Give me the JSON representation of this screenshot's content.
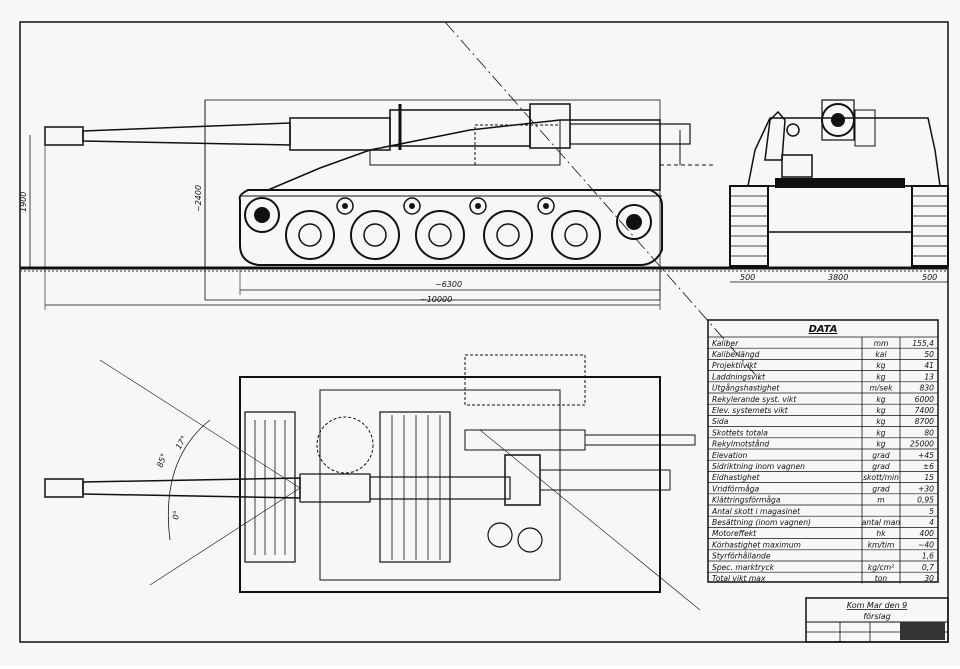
{
  "dimensions": {
    "height_hull": "1900",
    "height_total": "~2400",
    "hull_length": "~6300",
    "total_length": "~10000",
    "track_left": "500",
    "track_gauge": "3800",
    "track_right": "500"
  },
  "angles": {
    "a1": "85°",
    "a2": "17°",
    "a3": "0°"
  },
  "data_table": {
    "title": "DATA",
    "rows": [
      {
        "label": "Kaliber",
        "unit": "mm",
        "value": "155,4"
      },
      {
        "label": "Kaliberlängd",
        "unit": "kal",
        "value": "50"
      },
      {
        "label": "Projektilvikt",
        "unit": "kg",
        "value": "41"
      },
      {
        "label": "Laddningsvikt",
        "unit": "kg",
        "value": "13"
      },
      {
        "label": "Utgångshastighet",
        "unit": "m/sek",
        "value": "830"
      },
      {
        "label": "Rekylerande syst. vikt",
        "unit": "kg",
        "value": "6000"
      },
      {
        "label": "Elev. systemets vikt",
        "unit": "kg",
        "value": "7400"
      },
      {
        "label": "Sida",
        "unit": "kg",
        "value": "8700"
      },
      {
        "label": "Skottets totala",
        "unit": "kg",
        "value": "80"
      },
      {
        "label": "Rekylmotstånd",
        "unit": "kg",
        "value": "25000"
      },
      {
        "label": "Elevation",
        "unit": "grad",
        "value": "+45"
      },
      {
        "label": "Sidriktning inom vagnen",
        "unit": "grad",
        "value": "±6"
      },
      {
        "label": "Eldhastighet",
        "unit": "skott/min",
        "value": "15"
      },
      {
        "label": "Vridförmåga",
        "unit": "grad",
        "value": "+30"
      },
      {
        "label": "Klättringsförmåga",
        "unit": "m",
        "value": "0,95"
      },
      {
        "label": "Antal skott i magasinet",
        "unit": "",
        "value": "5"
      },
      {
        "label": "Besättning (inom vagnen)",
        "unit": "antal man",
        "value": "4"
      },
      {
        "label": "Motoreffekt",
        "unit": "hk",
        "value": "400"
      },
      {
        "label": "Körhastighet maximum",
        "unit": "km/tim",
        "value": "~40"
      },
      {
        "label": "Styrförhållande",
        "unit": "",
        "value": "1,6"
      },
      {
        "label": "Spec. marktryck",
        "unit": "kg/cm²",
        "value": "0,7"
      },
      {
        "label": "Total vikt max",
        "unit": "ton",
        "value": "30"
      }
    ]
  },
  "title_block": {
    "line1": "Kom Mar den 9",
    "line2": "förslag"
  }
}
